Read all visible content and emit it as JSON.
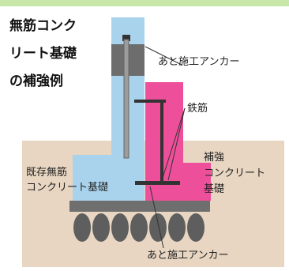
{
  "title": {
    "line1": "無筋コンク",
    "line2": "リート基礎",
    "line3": "の補強例"
  },
  "labels": {
    "existing_line1": "既存無筋",
    "existing_line2": "コンクリート基礎",
    "reinforce_line1": "補強",
    "reinforce_line2": "コンクリート",
    "reinforce_line3": "基礎",
    "rebar": "鉄筋",
    "anchor_top": "あと施工アンカー",
    "anchor_bottom": "あと施工アンカー"
  },
  "colors": {
    "header_band": "#c8e6a8",
    "soil": "#e8d6c2",
    "existing_concrete": "#a9d3ec",
    "reinforcement_concrete": "#ee4f9a",
    "anchor_bar": "#6d6d6d",
    "base_slab": "#6f6f6f",
    "piles": "#5e5e5e",
    "rebar": "#333333"
  }
}
